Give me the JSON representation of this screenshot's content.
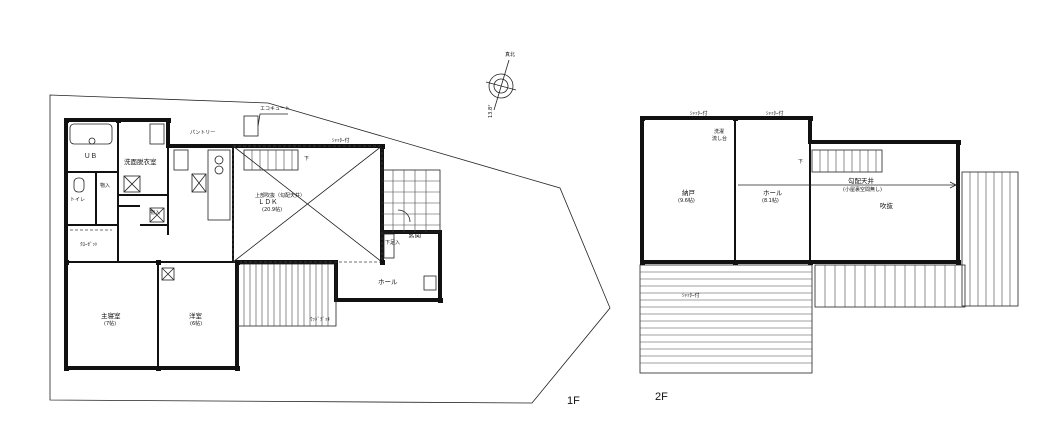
{
  "floor_labels": {
    "first": "1F",
    "second": "2F"
  },
  "compass": {
    "north": "真北",
    "angle": "13.8°"
  },
  "first_floor": {
    "ecocute": "エコキュート",
    "ub": "ＵＢ",
    "washroom": "洗面脱衣室",
    "pantry": "パントリー",
    "shutter": "ｼｬｯﾀｰ付",
    "ldk_title": "ＬＤＫ",
    "ldk_area": "(20.9帖)",
    "ceiling_note": "上部吹抜（勾配天井）",
    "storage_1": "物入",
    "storage_2": "物入",
    "toilet": "トイレ",
    "closet": "ｸﾛｰｾﾞｯﾄ",
    "shoe": "下足入",
    "entrance": "玄関",
    "hall": "ホール",
    "master_title": "主寝室",
    "master_area": "(7帖)",
    "western_title": "洋室",
    "western_area": "(6帖)",
    "deck": "ｳｯﾄﾞﾃﾞｯｷ",
    "down": "下"
  },
  "second_floor": {
    "shutter_1": "ｼｬｯﾀｰ付",
    "shutter_2": "ｼｬｯﾀｰ付",
    "shutter_3": "ｼｬｯﾀｰ付",
    "laundry": "洗濯",
    "laundry_2": "流し台",
    "attic_title": "納戸",
    "attic_area": "(9.6帖)",
    "hall_title": "ホール",
    "hall_area": "(8.1帖)",
    "slope_title": "勾配天井",
    "slope_note": "(小屋裏空間無し)",
    "void": "吹抜",
    "down": "下"
  }
}
